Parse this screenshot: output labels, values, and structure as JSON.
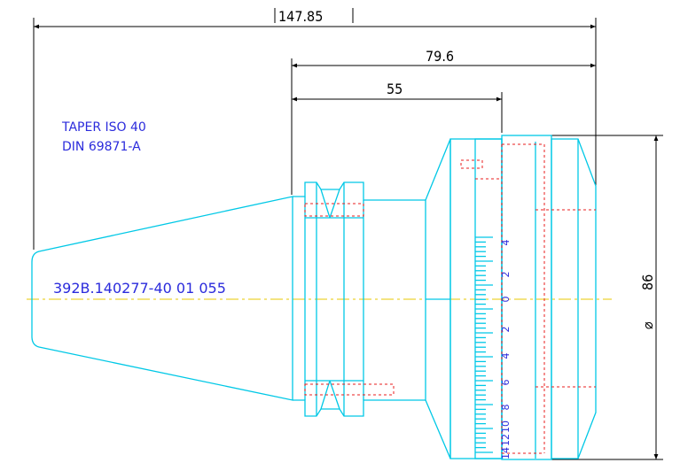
{
  "dimensions": {
    "overall_length": "147.85",
    "length_79": "79.6",
    "length_55": "55",
    "diameter_value": "86",
    "diameter_symbol": "⌀"
  },
  "notes": {
    "taper_line1": "TAPER ISO 40",
    "taper_line2": "DIN 69871-A",
    "part_number": "392B.140277-40 01 055"
  },
  "scale_labels": [
    "4",
    "2",
    "0",
    "2",
    "4",
    "6",
    "8",
    "10",
    "12",
    "14"
  ],
  "colors": {
    "geometry": "#00c8e6",
    "hidden_lines": "#e81c1c",
    "centerline": "#e8c800",
    "text": "#2b2bdc",
    "dimensions": "#000000"
  }
}
